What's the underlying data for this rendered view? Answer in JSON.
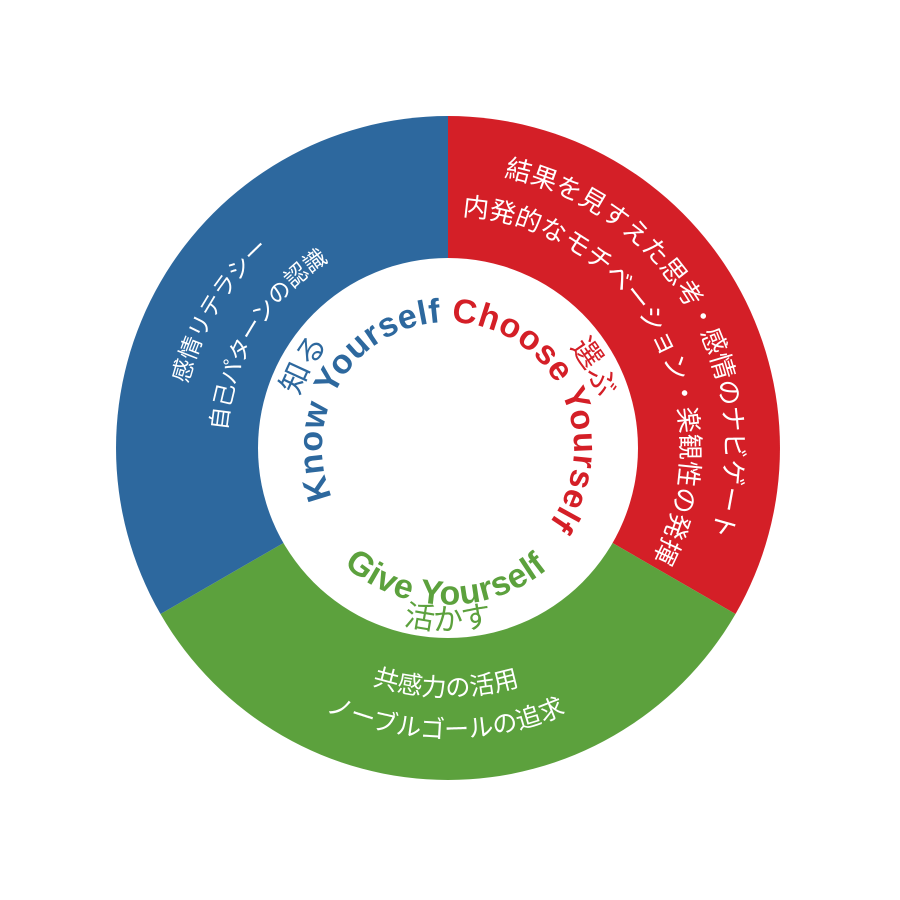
{
  "diagram": {
    "name": "EQ three-part circle model",
    "colors": {
      "blue": "#2d689e",
      "red": "#d41f27",
      "green": "#5ca13d",
      "ring_text": "#ffffff",
      "inner_circle": "#ffffff",
      "background": "#ffffff"
    },
    "segments": {
      "know": {
        "label_en": "Know Yourself",
        "label_ja": "知る",
        "color": "#2d689e",
        "ring_lines": [
          "感情リテラシー",
          "自己パターンの認識"
        ]
      },
      "choose": {
        "label_en": "Choose Yourself",
        "label_ja": "選ぶ",
        "color": "#d41f27",
        "ring_lines": [
          "結果を見すえた思考・感情のナビゲート",
          "内発的なモチベーション・楽観性の発揮"
        ]
      },
      "give": {
        "label_en": "Give Yourself",
        "label_ja": "活かす",
        "color": "#5ca13d",
        "ring_lines": [
          "共感力の活用",
          "ノーブルゴールの追求"
        ]
      }
    }
  }
}
